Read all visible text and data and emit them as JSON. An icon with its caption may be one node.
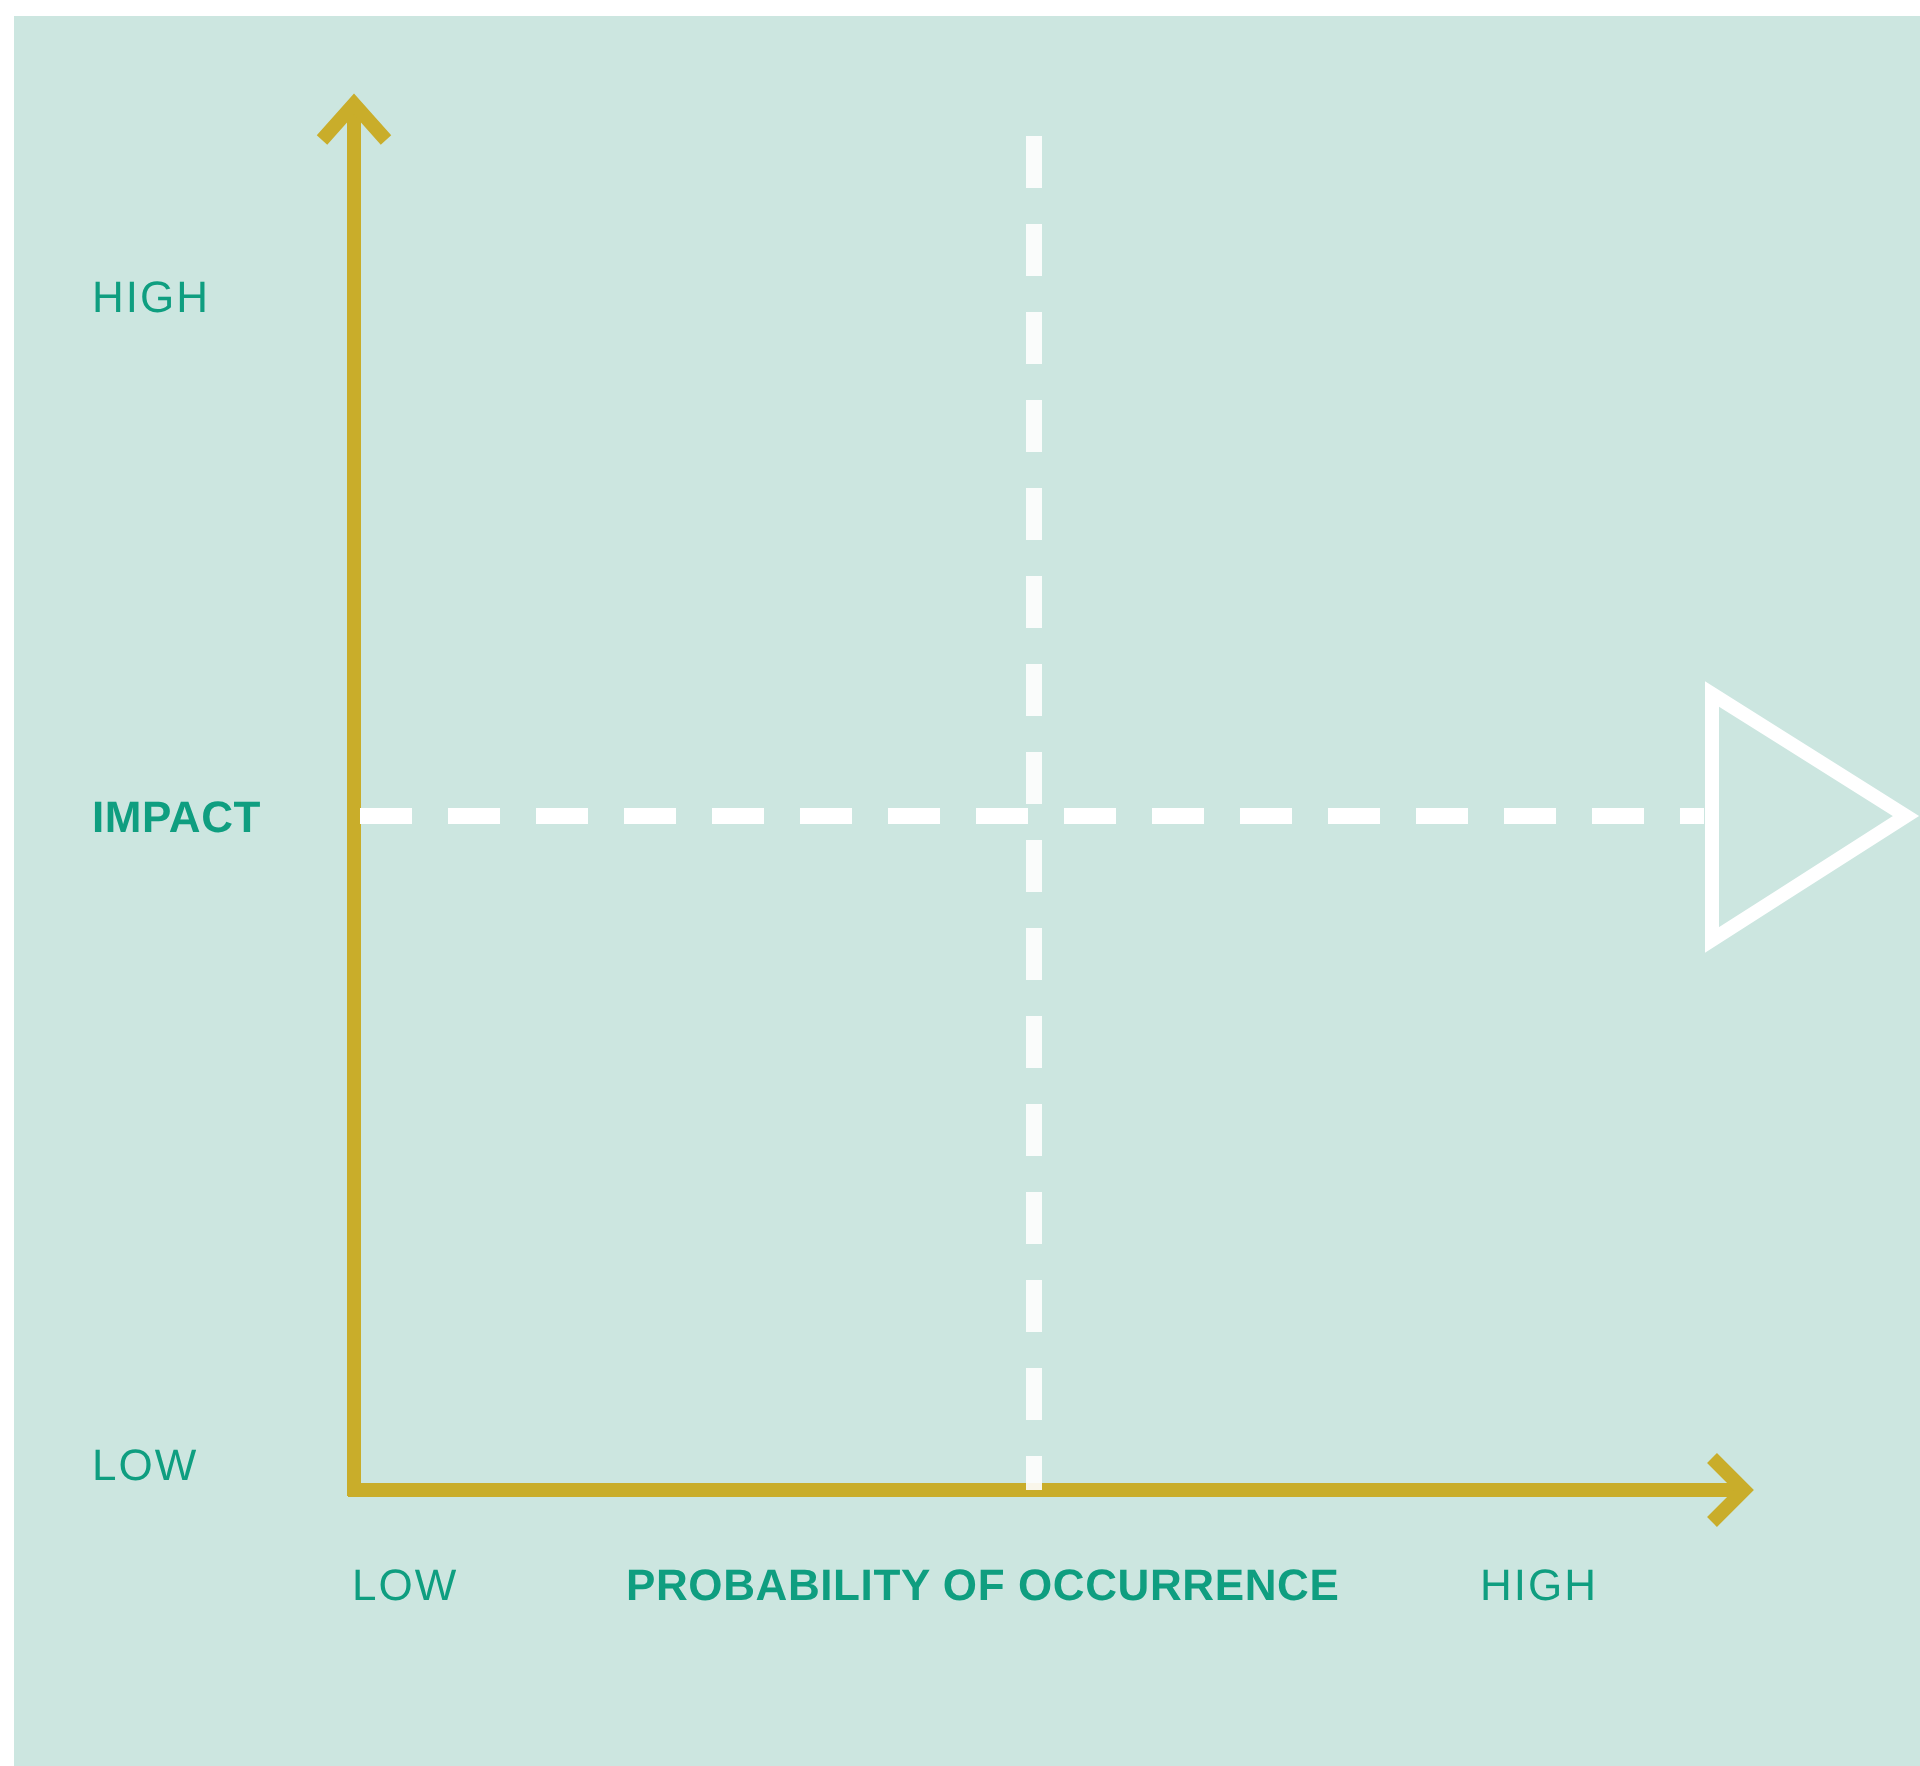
{
  "diagram": {
    "labels": [
      "HIGH",
      "IMPACT",
      "LOW",
      "LOW",
      "PROBABILITY OF OCCURRENCE",
      "HIGH"
    ]
  }
}
